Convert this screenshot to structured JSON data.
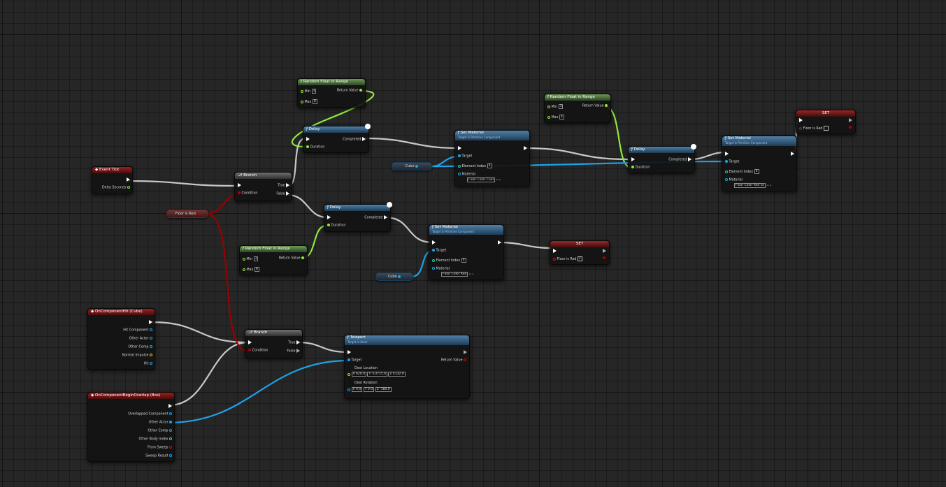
{
  "nodes": {
    "event_tick": {
      "title": "Event Tick",
      "delta_seconds": "Delta Seconds"
    },
    "branch": {
      "title": "Branch",
      "condition": "Condition",
      "true_label": "True",
      "false_label": "False"
    },
    "rand1": {
      "title": "Random Float in Range",
      "min_label": "Min",
      "min_value": "3",
      "max_label": "Max",
      "max_value": "8",
      "return_label": "Return Value"
    },
    "rand2": {
      "title": "Random Float in Range",
      "min_label": "Min",
      "min_value": "3",
      "max_label": "Max",
      "max_value": "8",
      "return_label": "Return Value"
    },
    "rand3": {
      "title": "Random Float in Range",
      "min_label": "Min",
      "min_value": "3",
      "max_label": "Max",
      "max_value": "4",
      "return_label": "Return Value"
    },
    "delay1": {
      "title": "Delay",
      "completed": "Completed",
      "duration": "Duration"
    },
    "delay2": {
      "title": "Delay",
      "completed": "Completed",
      "duration": "Duration"
    },
    "delay3": {
      "title": "Delay",
      "completed": "Completed",
      "duration": "Duration"
    },
    "setmat1": {
      "title": "Set Material",
      "subtitle": "Target is Primitive Component",
      "target": "Target",
      "element_index": "Element Index",
      "element_index_value": "0",
      "material": "Material",
      "material_value": "Floor Color Cool"
    },
    "setmat2": {
      "title": "Set Material",
      "subtitle": "Target is Primitive Component",
      "target": "Target",
      "element_index": "Element Index",
      "element_index_value": "0",
      "material": "Material",
      "material_value": "Floor Color Red"
    },
    "setmat3": {
      "title": "Set Material",
      "subtitle": "Target is Primitive Component",
      "target": "Target",
      "element_index": "Element Index",
      "element_index_value": "0",
      "material": "Material",
      "material_value": "Floor Color Red Le"
    },
    "set1": {
      "title": "SET",
      "var": "Floor is Red"
    },
    "set2": {
      "title": "SET",
      "var": "Floor is Red"
    },
    "var_floor": {
      "label": "Floor is Red"
    },
    "var_cube1": {
      "label": "Cube"
    },
    "var_cube2": {
      "label": "Cube"
    },
    "onhit": {
      "title": "OnComponentHit (Cube)",
      "pins": [
        "Hit Component",
        "Other Actor",
        "Other Comp",
        "Normal Impulse",
        "Hit"
      ]
    },
    "branch2": {
      "title": "Branch",
      "condition": "Condition",
      "true_label": "True",
      "false_label": "False"
    },
    "overlap": {
      "title": "OnComponentBeginOverlap (Box)",
      "pins": [
        "Overlapped Component",
        "Other Actor",
        "Other Comp",
        "Other Body Index",
        "From Sweep",
        "Sweep Result"
      ]
    },
    "teleport": {
      "title": "Teleport",
      "subtitle": "Target is Actor",
      "target": "Target",
      "return_label": "Return Value",
      "dest_location": "Dest Location",
      "loc_x": "X 620.0",
      "loc_y": "Y -13715.0",
      "loc_z": "Z 4132.0",
      "dest_rotation": "Dest Rotation",
      "rot_x": "X 0.0",
      "rot_y": "Y 0.0",
      "rot_z": "Z -180.0"
    }
  },
  "colors": {
    "exec": "#ffffff",
    "float": "#8fe83c",
    "object": "#1ea1e8",
    "bool": "#b00000",
    "vector": "#f4b318",
    "rotator": "#8ab4f8"
  }
}
